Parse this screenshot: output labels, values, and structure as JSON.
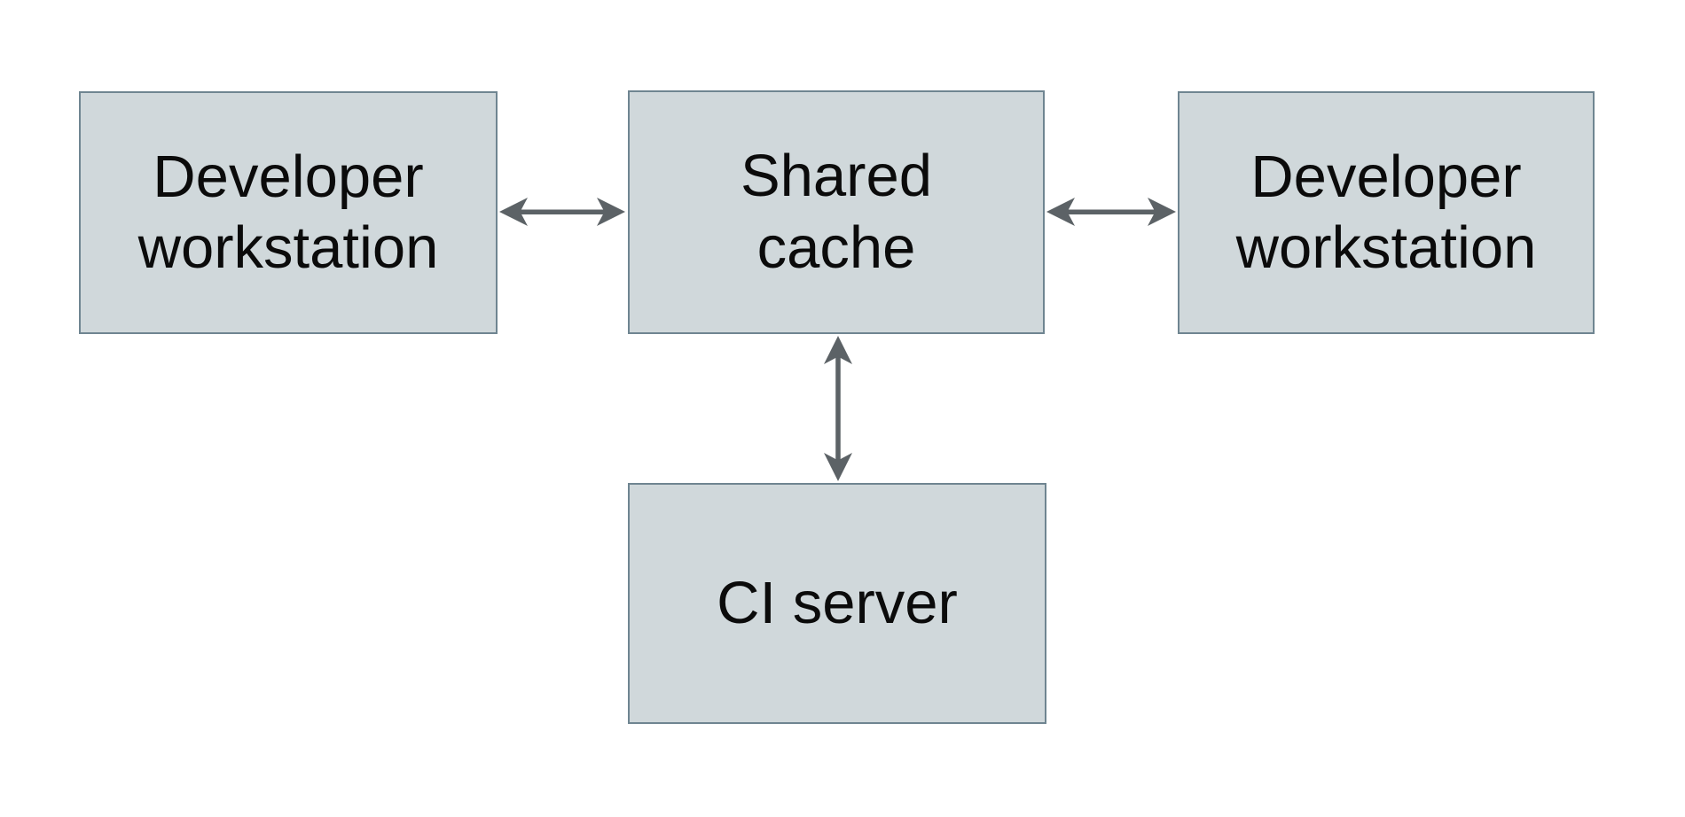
{
  "diagram": {
    "description": "Shared remote cache topology diagram",
    "nodes": {
      "left_workstation": {
        "label": "Developer workstation",
        "lines": [
          "Developer",
          "workstation"
        ]
      },
      "shared_cache": {
        "label": "Shared cache",
        "lines": [
          "Shared",
          "cache"
        ]
      },
      "right_workstation": {
        "label": "Developer workstation",
        "lines": [
          "Developer",
          "workstation"
        ]
      },
      "ci_server": {
        "label": "CI server",
        "lines": [
          "CI server"
        ]
      }
    },
    "edges": [
      {
        "from": "left_workstation",
        "to": "shared_cache",
        "direction": "bidirectional"
      },
      {
        "from": "shared_cache",
        "to": "right_workstation",
        "direction": "bidirectional"
      },
      {
        "from": "shared_cache",
        "to": "ci_server",
        "direction": "bidirectional"
      }
    ],
    "colors": {
      "background": "#ffffff",
      "node_fill": "#d0d8db",
      "node_border": "#6f8591",
      "arrow": "#5c6266",
      "text": "#0b0b0b"
    }
  }
}
